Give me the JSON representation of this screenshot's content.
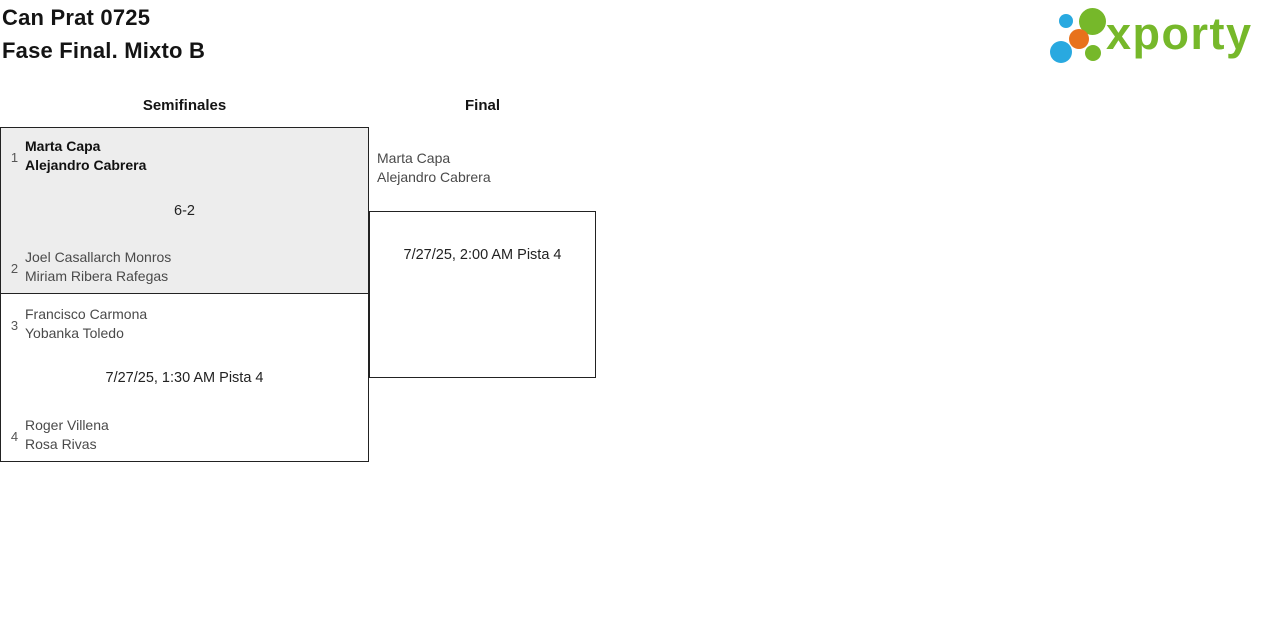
{
  "header": {
    "title_line1": "Can Prat 0725",
    "title_line2": "Fase Final. Mixto B",
    "logo_text": "xporty"
  },
  "colors": {
    "highlight_bg": "#ededed",
    "border": "#222222",
    "logo_green": "#76b82a",
    "logo_blue": "#29a9e0",
    "logo_orange": "#e8721c"
  },
  "bracket": {
    "round_headers": [
      {
        "label": "Semifinales"
      },
      {
        "label": "Final"
      }
    ],
    "semifinal1": {
      "seed1": "1",
      "team1_line1": "Marta Capa",
      "team1_line2": "Alejandro Cabrera",
      "score": "6-2",
      "seed2": "2",
      "team2_line1": "Joel Casallarch Monros",
      "team2_line2": "Miriam Ribera Rafegas"
    },
    "semifinal2": {
      "seed1": "3",
      "team1_line1": "Francisco Carmona",
      "team1_line2": "Yobanka Toledo",
      "schedule": "7/27/25, 1:30 AM Pista 4",
      "seed2": "4",
      "team2_line1": "Roger Villena",
      "team2_line2": "Rosa Rivas"
    },
    "final": {
      "team1_line1": "Marta Capa",
      "team1_line2": "Alejandro Cabrera",
      "schedule": "7/27/25, 2:00 AM Pista 4"
    }
  }
}
